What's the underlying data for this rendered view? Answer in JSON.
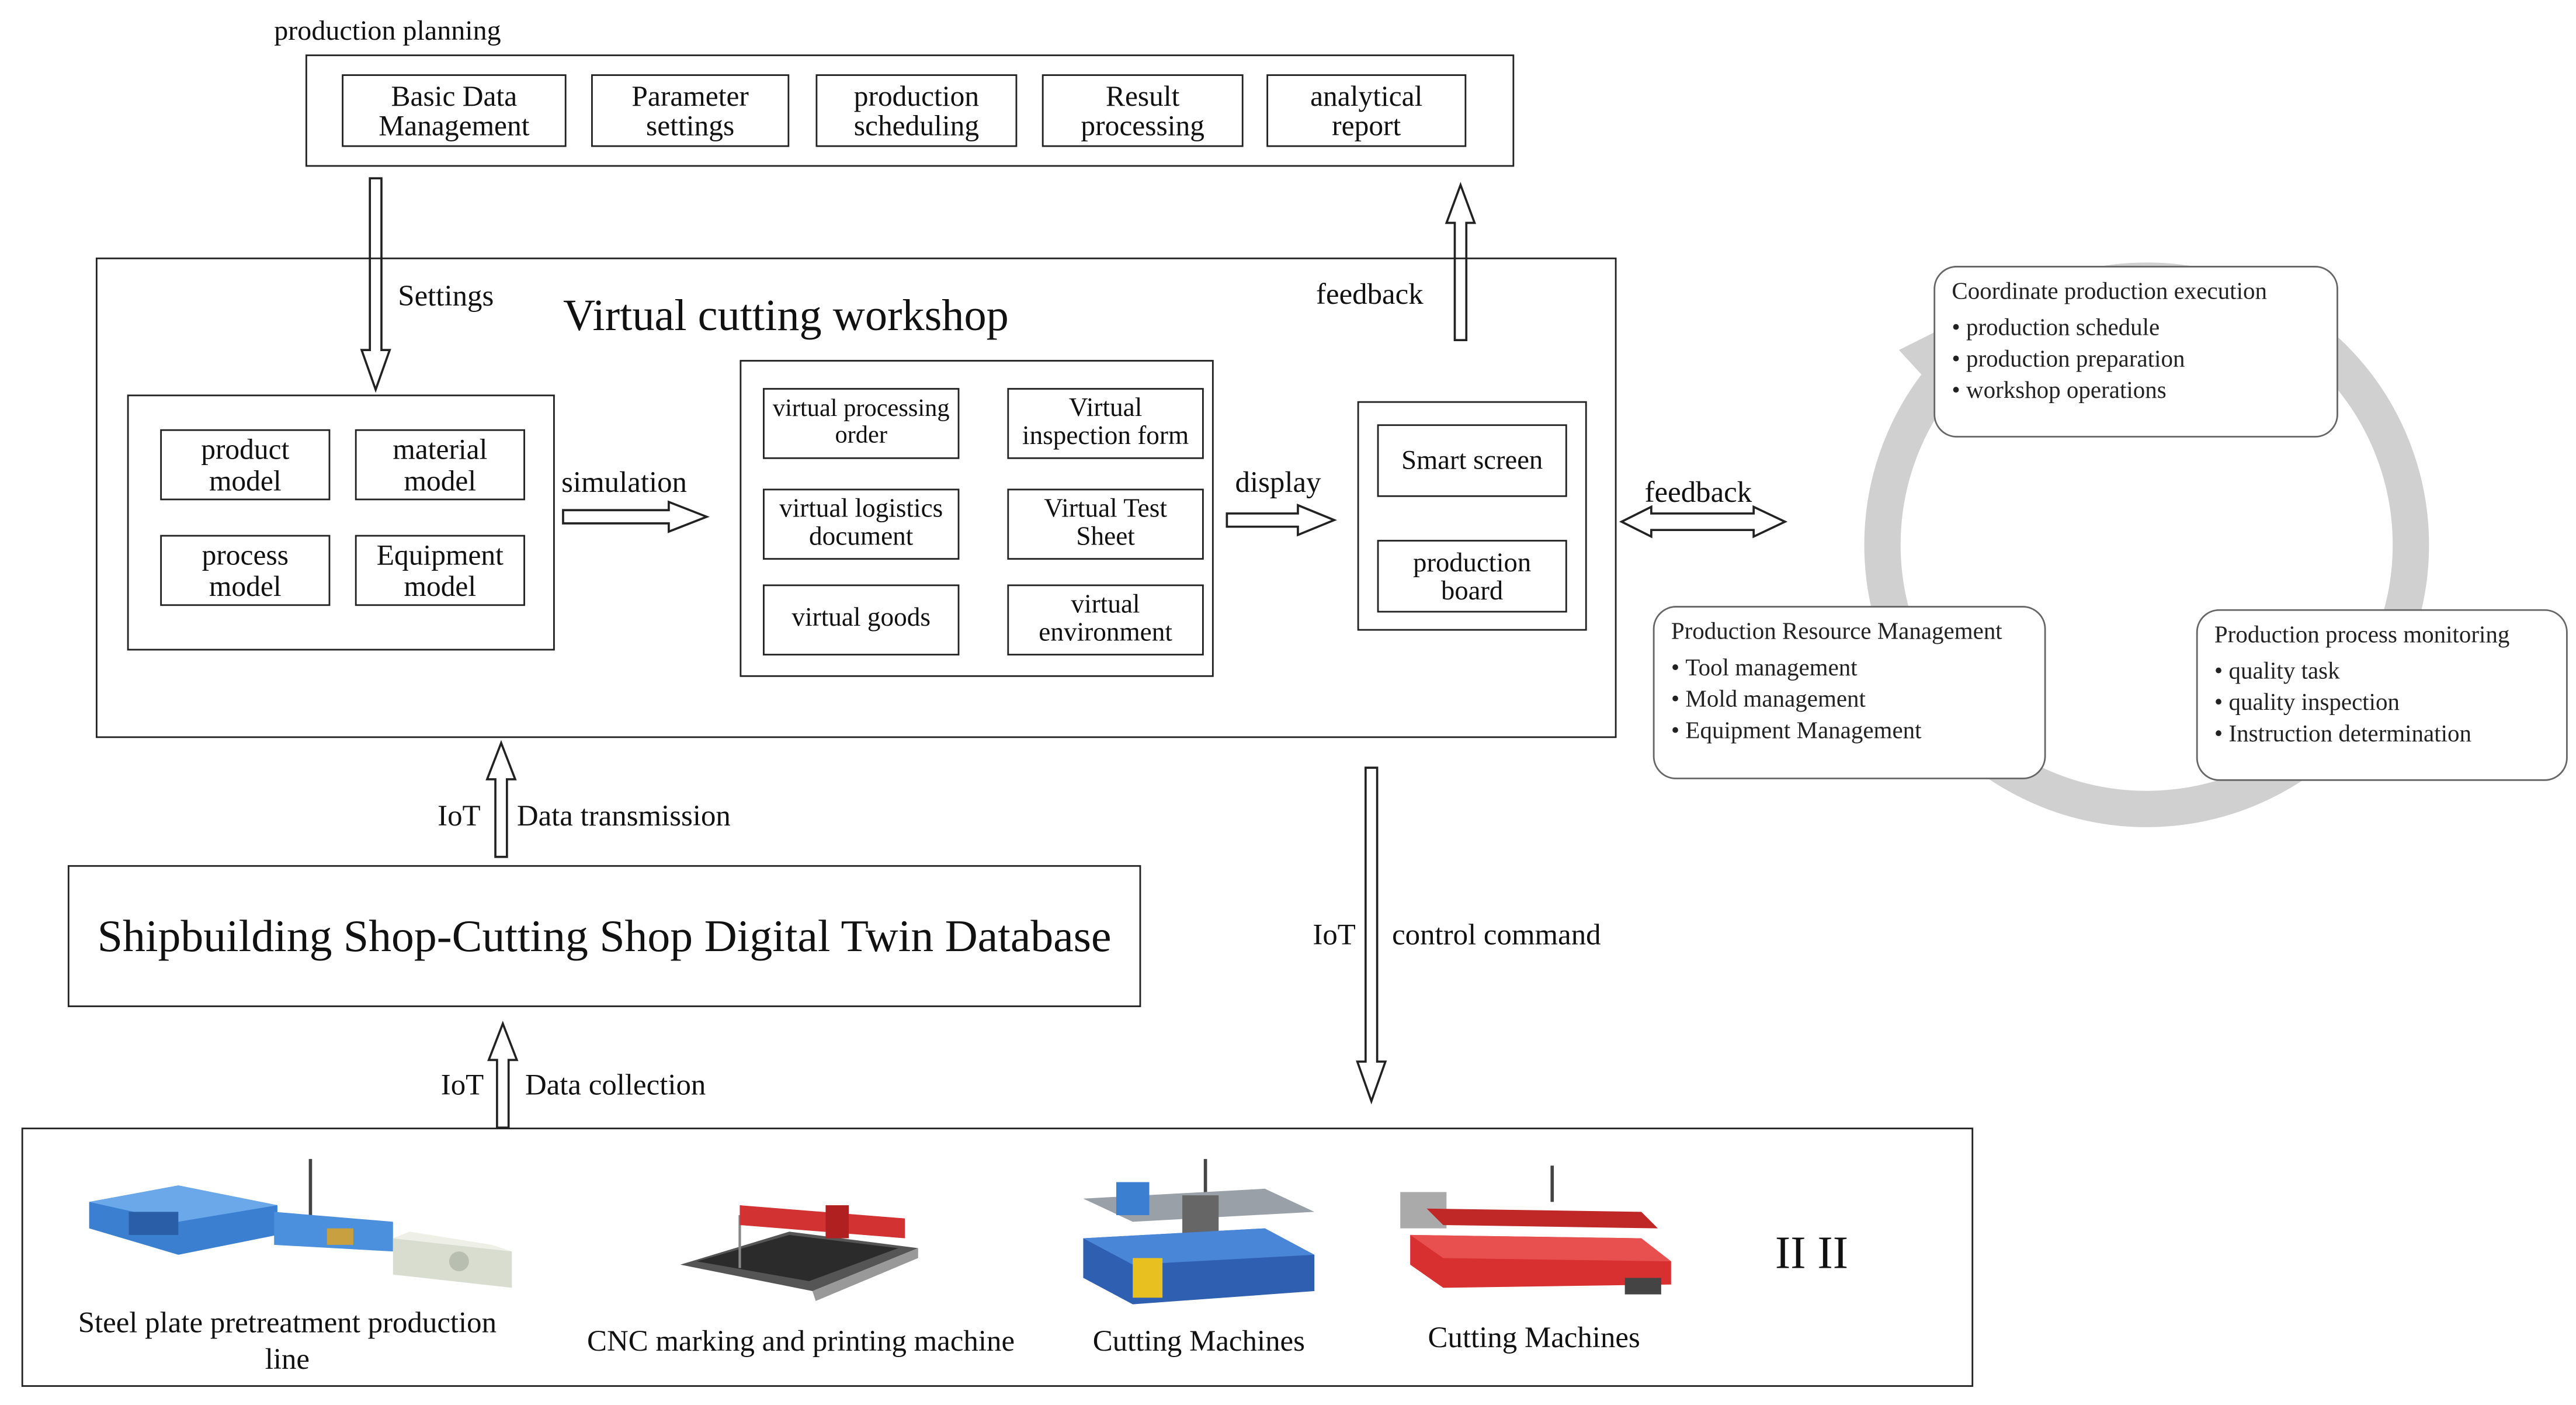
{
  "colors": {
    "stroke": "#222222",
    "cycle_ring": "#d0d0d0",
    "card_border": "#666666",
    "machine_blue": "#3a7fd0",
    "machine_red": "#d23232"
  },
  "planning": {
    "title": "production planning",
    "items": [
      {
        "line1": "Basic Data",
        "line2": "Management"
      },
      {
        "line1": "Parameter",
        "line2": "settings"
      },
      {
        "line1": "production",
        "line2": "scheduling"
      },
      {
        "line1": "Result",
        "line2": "processing"
      },
      {
        "line1": "analytical",
        "line2": "report"
      }
    ]
  },
  "workshop": {
    "title": "Virtual cutting workshop",
    "models": [
      {
        "line1": "product",
        "line2": "model"
      },
      {
        "line1": "material",
        "line2": "model"
      },
      {
        "line1": "process",
        "line2": "model"
      },
      {
        "line1": "Equipment",
        "line2": "model"
      }
    ],
    "virtual_docs": [
      {
        "line1": "virtual processing",
        "line2": "order"
      },
      {
        "line1": "Virtual",
        "line2": "inspection form"
      },
      {
        "line1": "virtual logistics",
        "line2": "document"
      },
      {
        "line1": "Virtual Test",
        "line2": "Sheet"
      },
      {
        "line1": "virtual goods",
        "line2": ""
      },
      {
        "line1": "virtual",
        "line2": "environment"
      }
    ],
    "displays": [
      {
        "line1": "Smart screen",
        "line2": ""
      },
      {
        "line1": "production",
        "line2": "board"
      }
    ]
  },
  "flow": {
    "settings": "Settings",
    "feedback_top": "feedback",
    "simulation": "simulation",
    "display": "display",
    "feedback_right": "feedback",
    "iot": "IoT",
    "data_transmission": "Data transmission",
    "data_collection": "Data collection",
    "control_command": "control command"
  },
  "database": {
    "title": "Shipbuilding Shop-Cutting Shop Digital Twin Database"
  },
  "cycle": {
    "execution": {
      "title": "Coordinate production execution",
      "items": [
        "production schedule",
        "production preparation",
        "workshop operations"
      ]
    },
    "resource": {
      "title": "Production Resource Management",
      "items": [
        "Tool management",
        "Mold management",
        "Equipment Management"
      ]
    },
    "monitoring": {
      "title": "Production process monitoring",
      "items": [
        "quality task",
        "quality inspection",
        "Instruction determination"
      ]
    }
  },
  "equipment": {
    "machines": [
      {
        "icon": "pretreatment-line-image",
        "line1": "Steel plate pretreatment production",
        "line2": "line"
      },
      {
        "icon": "cnc-marking-machine-image",
        "line1": "CNC marking and printing machine",
        "line2": ""
      },
      {
        "icon": "cutting-machine-image",
        "line1": "Cutting Machines",
        "line2": ""
      },
      {
        "icon": "cutting-machine-image",
        "line1": "Cutting Machines",
        "line2": ""
      }
    ],
    "ellipsis": "II II"
  }
}
